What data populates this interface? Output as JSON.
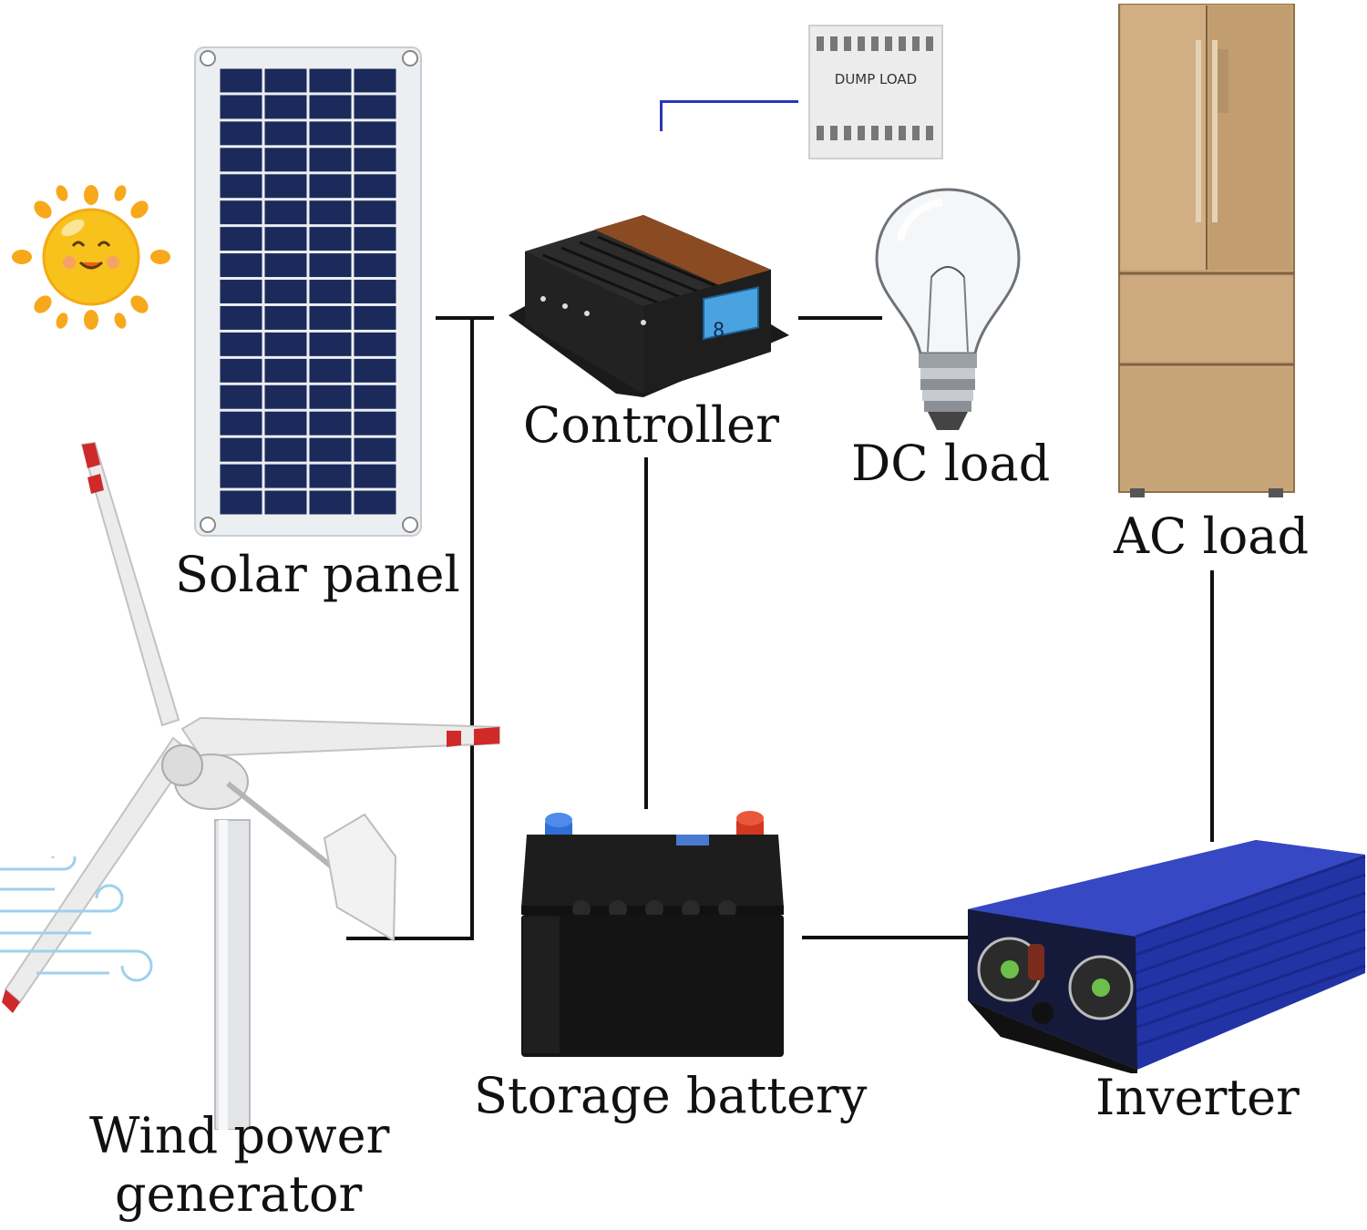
{
  "diagram": {
    "nodes": {
      "solar_panel": {
        "label": "Solar panel",
        "icon": "solar-panel-icon"
      },
      "controller": {
        "label": "Controller",
        "icon": "charge-controller-icon",
        "display_digit": "8"
      },
      "dump_load": {
        "label": "DUMP LOAD",
        "icon": "dump-load-icon"
      },
      "dc_load": {
        "label": "DC load",
        "icon": "light-bulb-icon"
      },
      "ac_load": {
        "label": "AC load",
        "icon": "refrigerator-icon"
      },
      "wind_generator": {
        "label_line1": "Wind power",
        "label_line2": "generator",
        "icon": "wind-turbine-icon"
      },
      "battery": {
        "label": "Storage battery",
        "icon": "battery-icon"
      },
      "inverter": {
        "label": "Inverter",
        "icon": "inverter-icon"
      },
      "sun": {
        "icon": "sun-icon"
      },
      "wind": {
        "icon": "wind-gust-icon"
      }
    },
    "connections": [
      {
        "from": "Solar panel",
        "to": "Controller"
      },
      {
        "from": "Wind power generator",
        "to": "Controller"
      },
      {
        "from": "Controller",
        "to": "DUMP LOAD"
      },
      {
        "from": "Controller",
        "to": "DC load"
      },
      {
        "from": "Controller",
        "to": "Storage battery"
      },
      {
        "from": "Storage battery",
        "to": "Inverter"
      },
      {
        "from": "Inverter",
        "to": "AC load"
      }
    ],
    "colors": {
      "line": "#111111",
      "dump_load_line": "#2a36b8",
      "solar_cell": "#1b2a5a",
      "inverter_body": "#2f3fb5",
      "fridge_body": "#c9a57a",
      "sun": "#f7c21b"
    }
  }
}
